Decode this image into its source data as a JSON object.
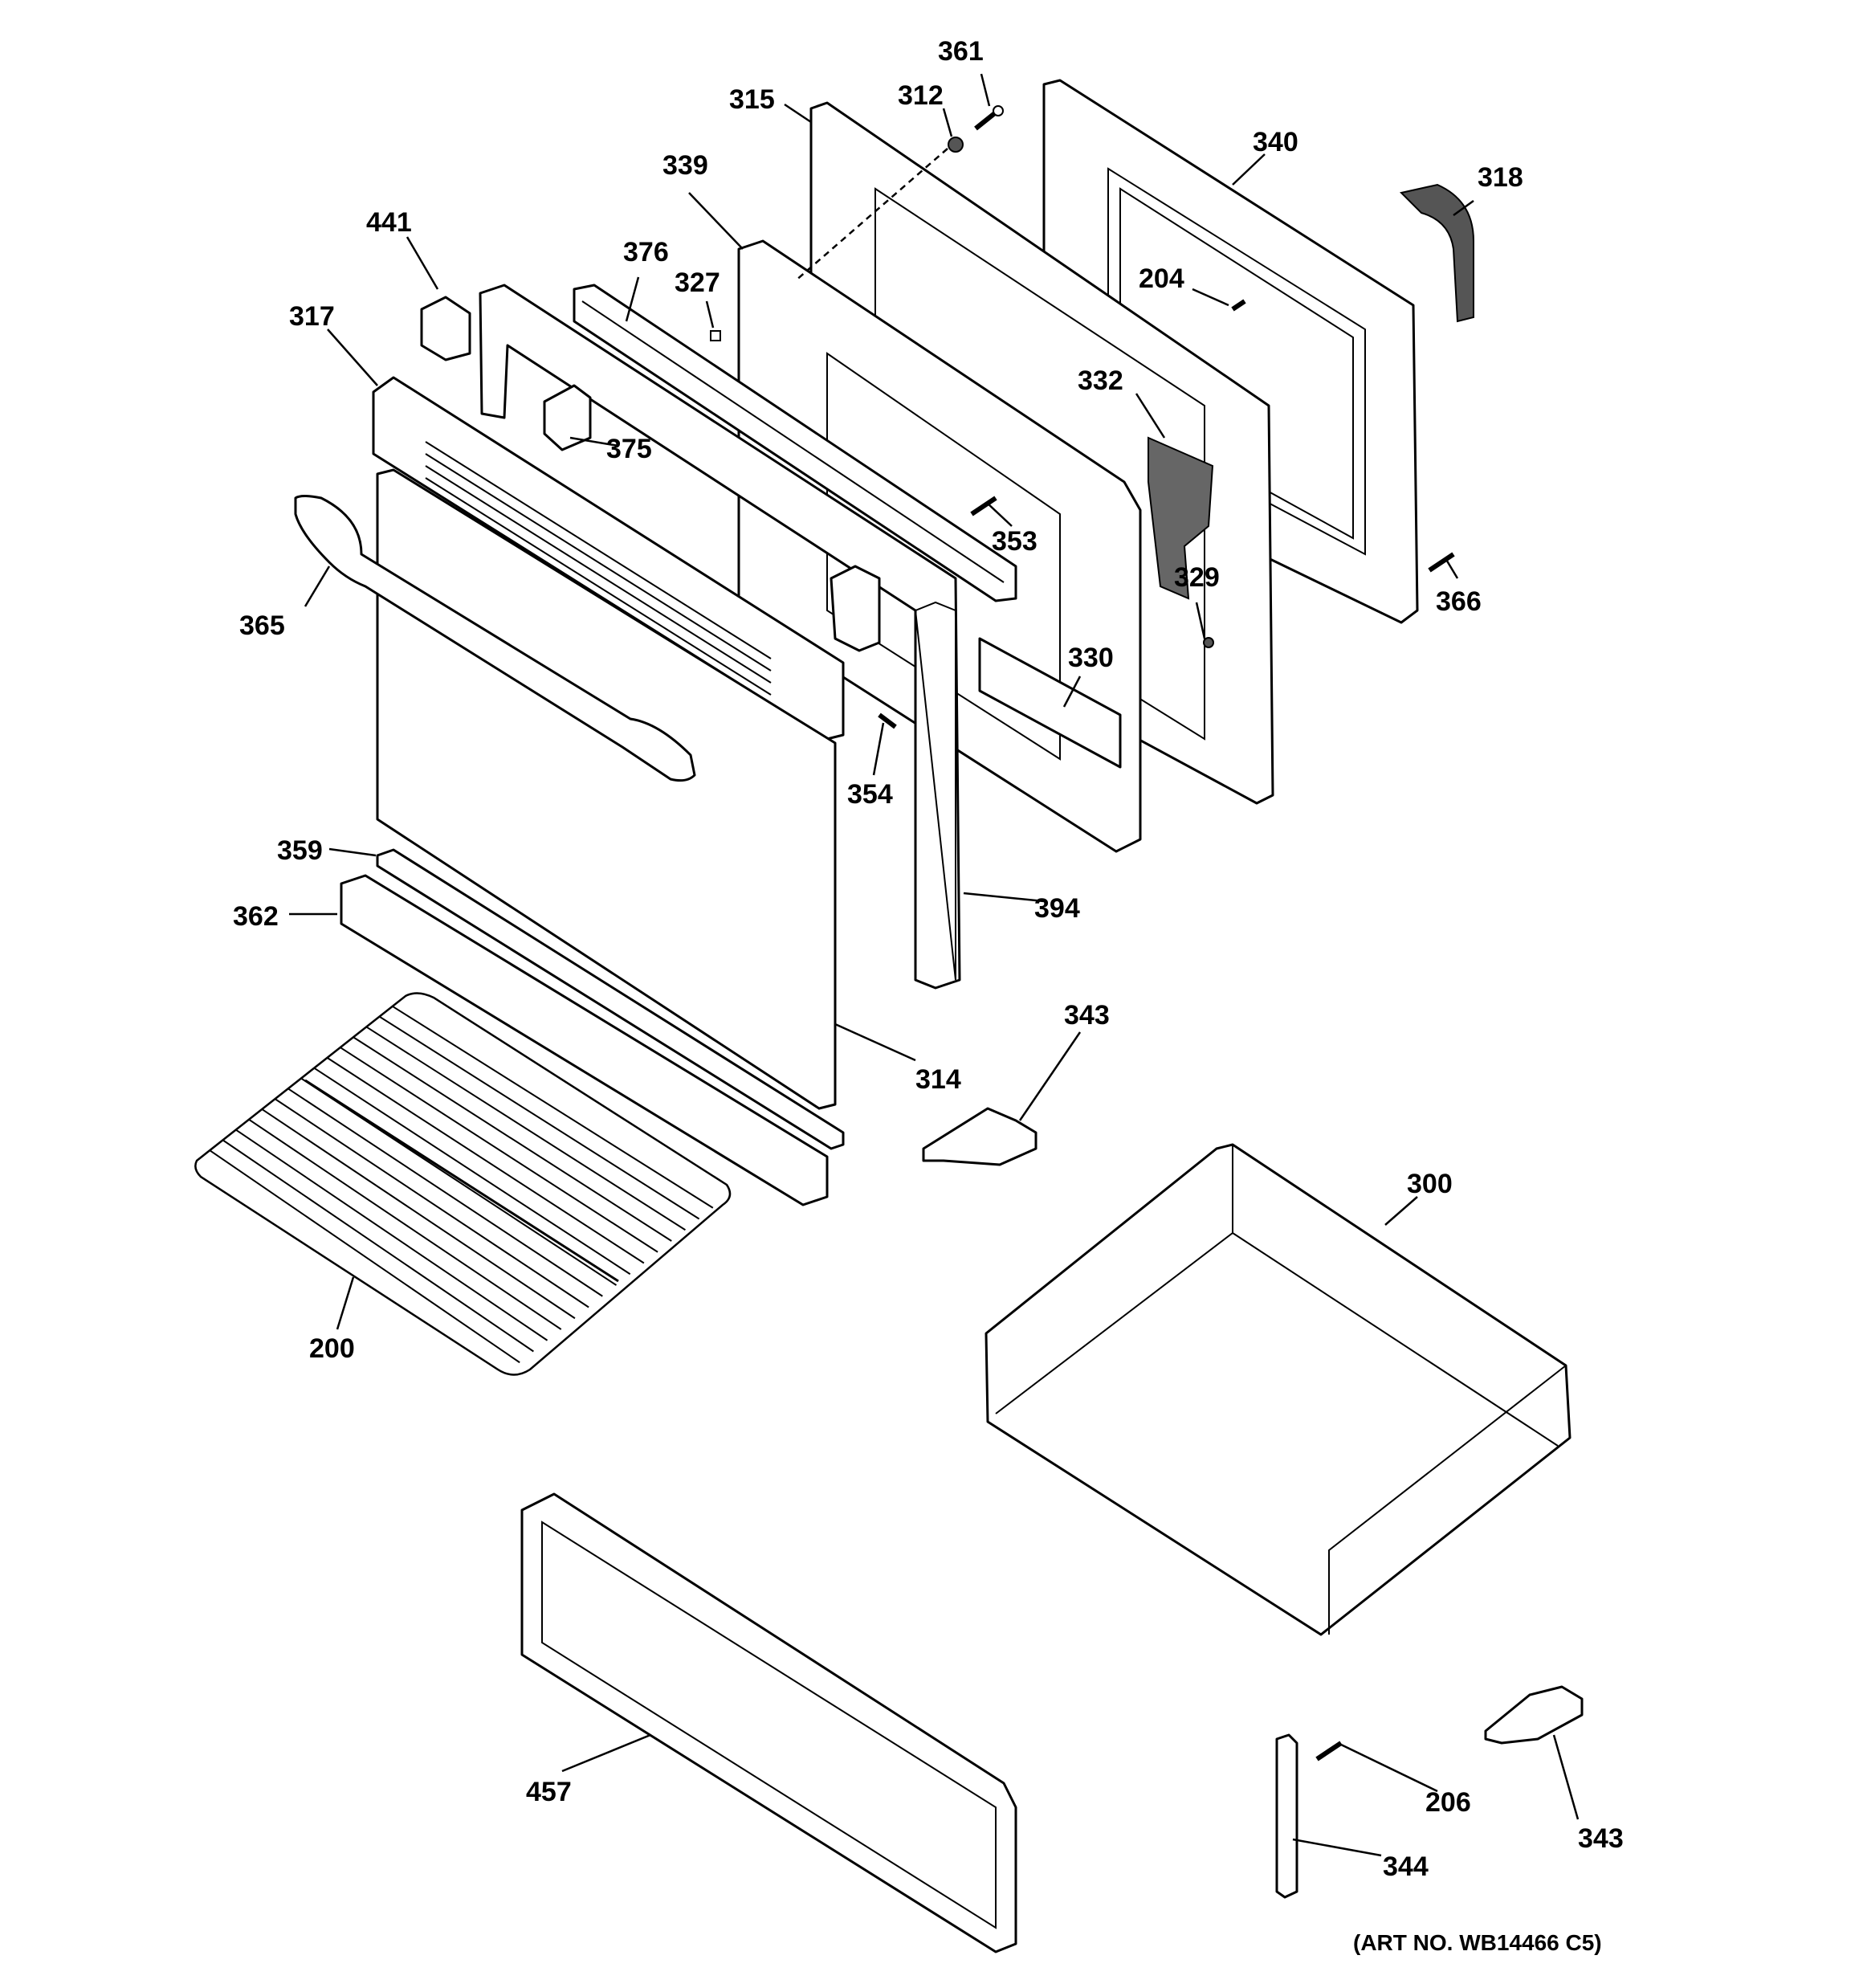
{
  "labels": {
    "l361": "361",
    "l312": "312",
    "l315": "315",
    "l340": "340",
    "l318": "318",
    "l339": "339",
    "l441": "441",
    "l376": "376",
    "l327": "327",
    "l204": "204",
    "l317": "317",
    "l332": "332",
    "l375": "375",
    "l353": "353",
    "l365": "365",
    "l329": "329",
    "l366": "366",
    "l330": "330",
    "l354": "354",
    "l359": "359",
    "l394": "394",
    "l362": "362",
    "l343a": "343",
    "l314": "314",
    "l300": "300",
    "l200": "200",
    "l457": "457",
    "l206": "206",
    "l343b": "343",
    "l344": "344"
  },
  "art_number": "(ART NO. WB14466 C5)"
}
